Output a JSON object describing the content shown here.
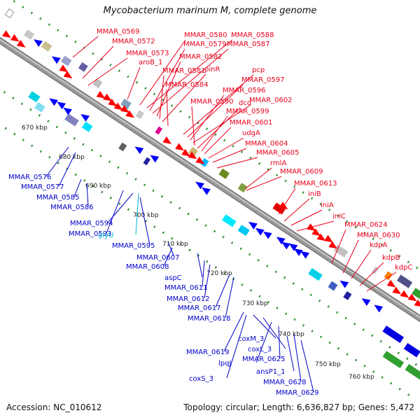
{
  "title": "Mycobacterium marinum M, complete genome",
  "footer": {
    "accession": "Accession: NC_010612",
    "topology": "Topology: circular; Length: 6,636,827 bp; Genes: 5,472"
  },
  "colors": {
    "forward_label": "#e8001c",
    "reverse_label": "#0000c8",
    "rna_label": "#00b4d8",
    "backbone": "#9a9a9a",
    "tick": "#2a8a2a",
    "forward_gene": "#ff0000",
    "reverse_gene": "#0000ff"
  },
  "kbp_ticks": [
    "670 kbp",
    "680 kbp",
    "690 kbp",
    "700 kbp",
    "710 kbp",
    "720 kbp",
    "730 kbp",
    "740 kbp",
    "750 kbp",
    "760 kbp"
  ],
  "forward_labels": [
    "MMAR_0569",
    "MMAR_0572",
    "MMAR_0573",
    "aroB_1",
    "MMAR_0580",
    "MMAR_0588",
    "MMAR_0579",
    "MMAR_0587",
    "MMAR_0582",
    "MMAR_0581",
    "pinR",
    "MMAR_0584",
    "pcp",
    "MMAR_0597",
    "MMAR_0596",
    "MMAR_0602",
    "MMAR_0590",
    "dcd",
    "MMAR_0599",
    "MMAR_0601",
    "udgA",
    "MMAR_0604",
    "MMAR_0605",
    "rmlA",
    "MMAR_0609",
    "MMAR_0613",
    "iniB",
    "iniA",
    "iniC",
    "MMAR_0624",
    "MMAR_0630",
    "kdpA",
    "kdpB",
    "kdpC"
  ],
  "reverse_labels": [
    "MMAR_0576",
    "MMAR_0577",
    "MMAR_0585",
    "MMAR_0586",
    "MMAR_0594",
    "MMAR_0593",
    "glyU",
    "MMAR_0595",
    "MMAR_0607",
    "MMAR_0608",
    "aspC",
    "MMAR_0611",
    "MMAR_0612",
    "MMAR_0617",
    "MMAR_0618",
    "coxM_3",
    "coxL_3",
    "MMAR_0619",
    "lpqJ",
    "MMAR_0625",
    "ansP1_1",
    "coxS_3",
    "MMAR_0628",
    "MMAR_0629"
  ],
  "rna_labels": [
    "glyU"
  ]
}
